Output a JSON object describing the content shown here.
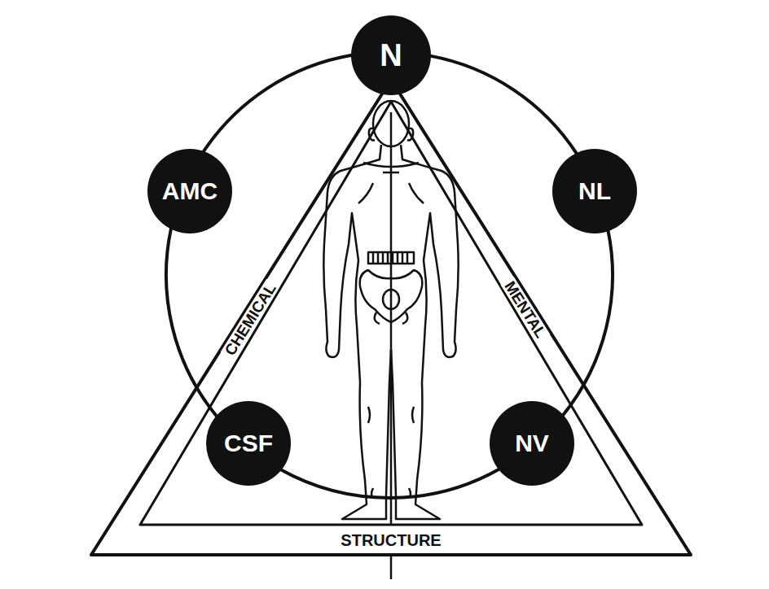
{
  "diagram": {
    "nodes": [
      {
        "text": [
          "N"
        ]
      },
      {
        "text": [
          "AMC"
        ]
      },
      {
        "text": [
          "NL"
        ]
      },
      {
        "text": [
          "CSF"
        ]
      },
      {
        "text": [
          "NV"
        ]
      }
    ],
    "edges": [
      {
        "from": 0,
        "to": 2,
        "arrow": "none"
      },
      {
        "from": 2,
        "to": 4,
        "arrow": "none"
      },
      {
        "from": 4,
        "to": 3,
        "arrow": "none"
      },
      {
        "from": 3,
        "to": 1,
        "arrow": "none"
      },
      {
        "from": 1,
        "to": 0,
        "arrow": "none"
      }
    ],
    "labels": [
      "CHEMICAL",
      "MENTAL",
      "STRUCTURE"
    ]
  }
}
